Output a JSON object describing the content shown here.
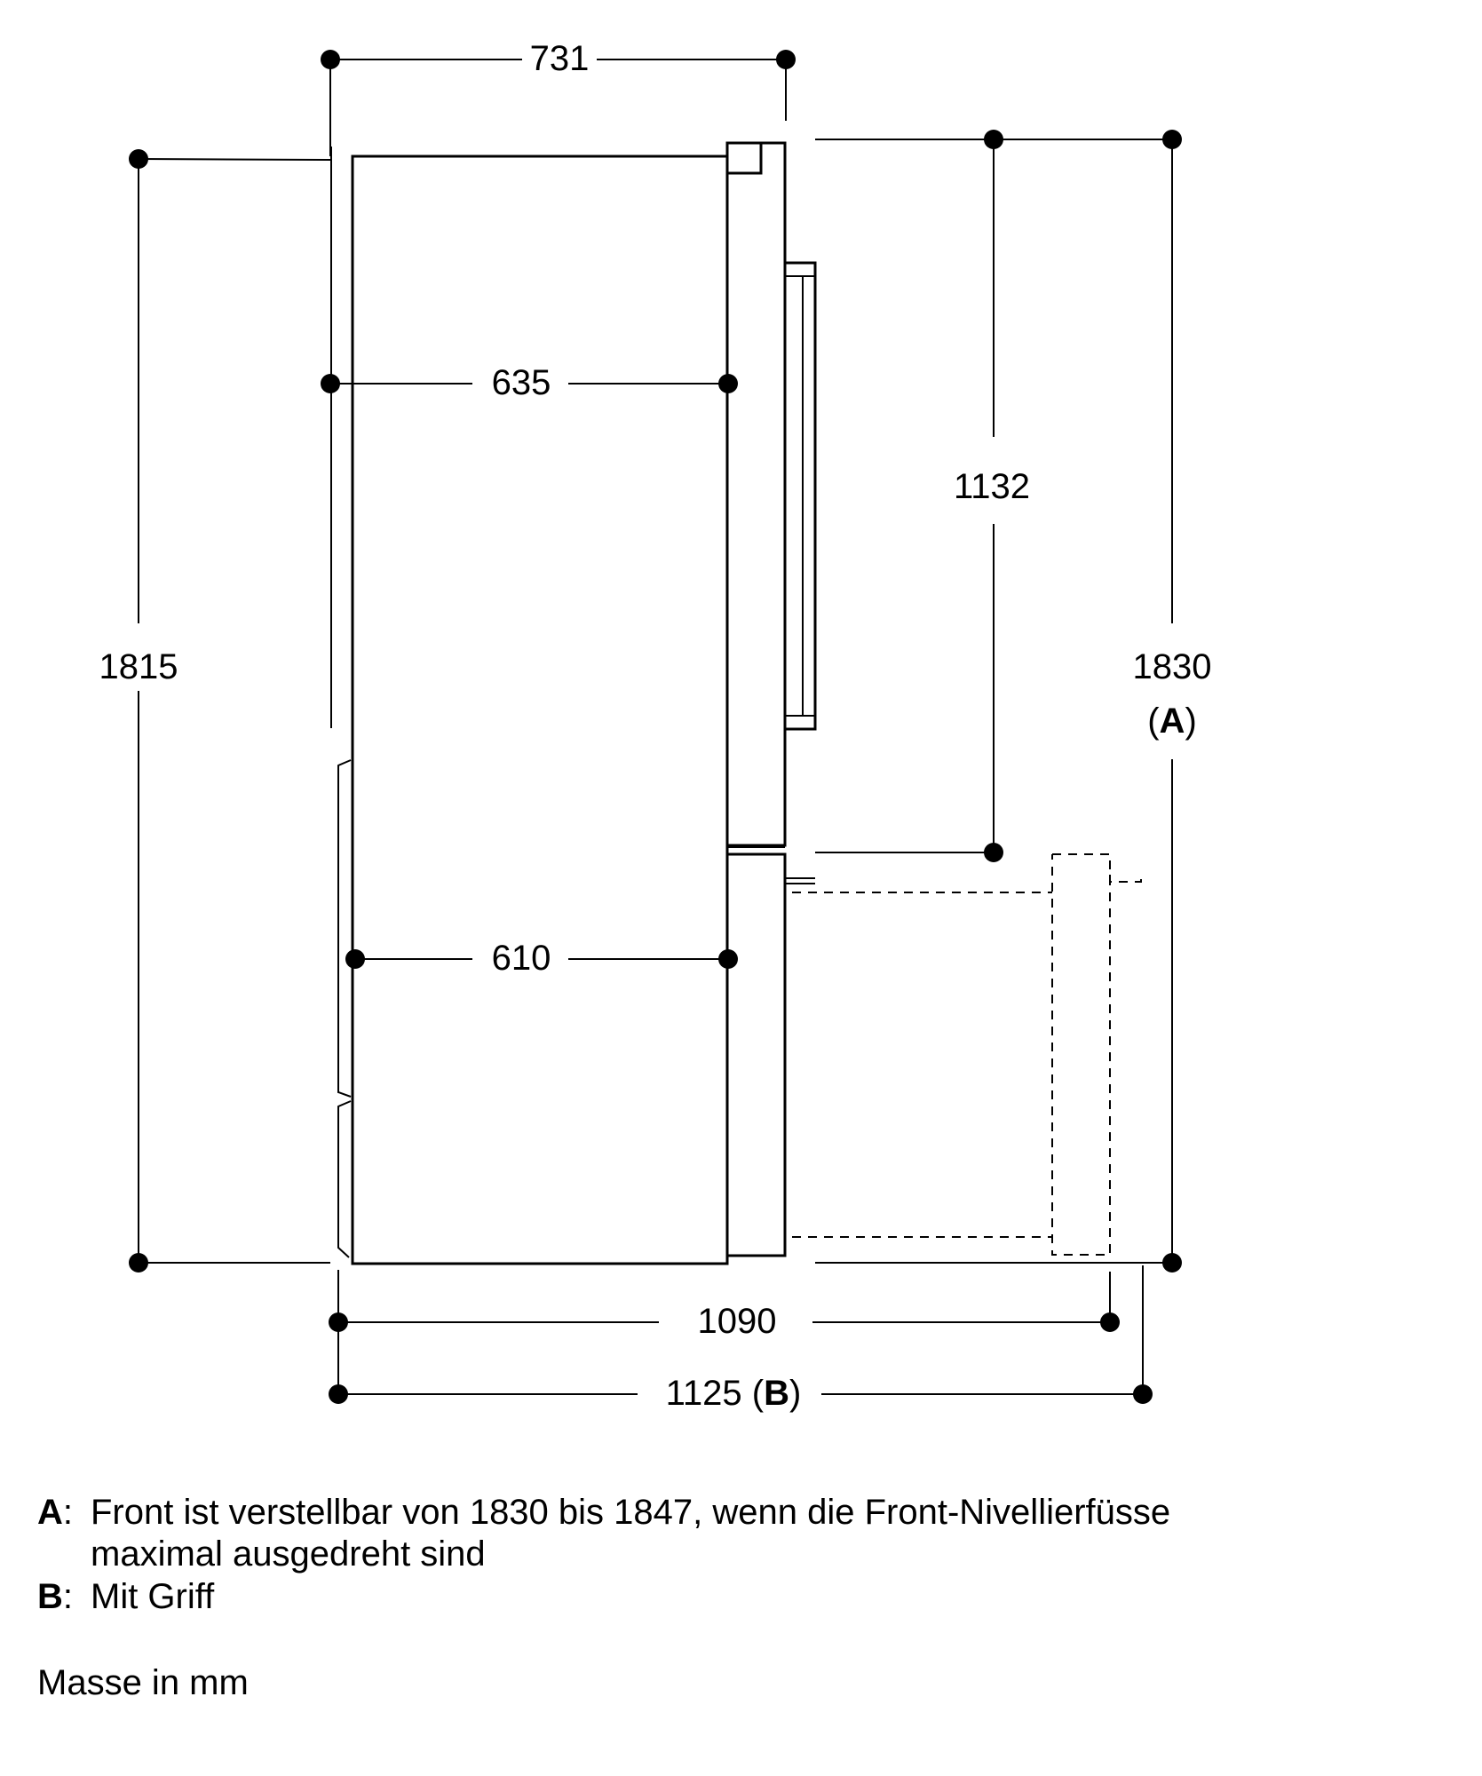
{
  "dimensions": {
    "total_depth": "731",
    "body_depth_top": "635",
    "body_depth_bottom": "610",
    "height_body": "1815",
    "door_height": "1132",
    "height_front": "1830",
    "height_front_ref": "A",
    "drawer_open_depth": "1090",
    "open_depth_with_handle": "1125",
    "open_depth_ref": "B"
  },
  "notes": [
    {
      "key": "A",
      "line1": "Front ist verstellbar von 1830 bis 1847, wenn die Front-Nivellierfüsse",
      "line2": "maximal ausgedreht sind"
    },
    {
      "key": "B",
      "line1": "Mit Griff"
    }
  ],
  "units_note": "Masse in mm"
}
